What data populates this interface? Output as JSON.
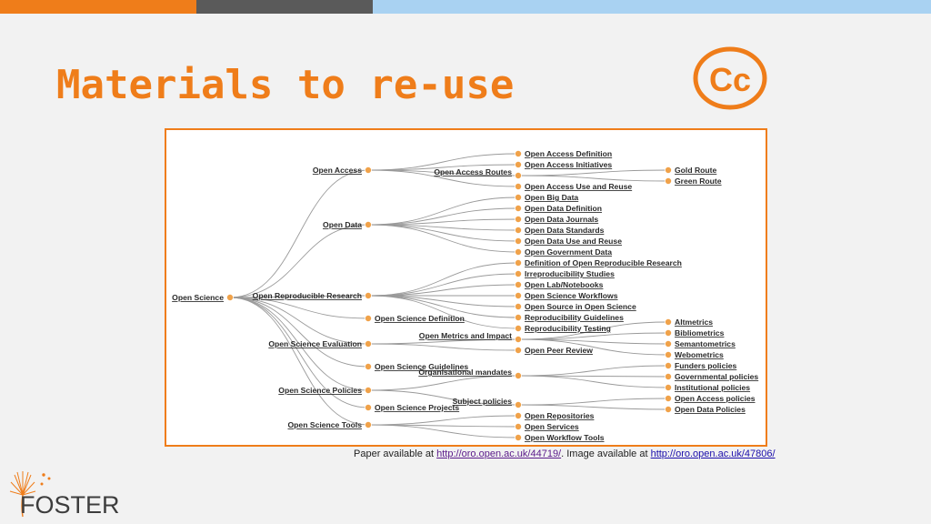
{
  "colors": {
    "accent": "#ef7d1a",
    "dark": "#5a5a5a",
    "light_blue": "#a9d2f2",
    "node": "#f0a24a"
  },
  "slide": {
    "title": "Materials to re-use",
    "cc_text": "Cc",
    "caption": {
      "prefix": "Paper available at ",
      "paper_url": "http://oro.open.ac.uk/44719/",
      "middle": ".  Image available at ",
      "image_url": "http://oro.open.ac.uk/47806/"
    },
    "logo": {
      "text": "FOSTER",
      "icon": "dandelion-logo-icon"
    }
  },
  "tree": {
    "root": "Open Science",
    "level1": [
      "Open Access",
      "Open Data",
      "Open Reproducible Research",
      "Open Science Definition",
      "Open Science Evaluation",
      "Open Science Guidelines",
      "Open Science Policies",
      "Open Science Projects",
      "Open Science Tools"
    ],
    "open_access": [
      "Open Access Definition",
      "Open Access Initiatives",
      "Open Access Routes",
      "Open Access Use and Reuse"
    ],
    "open_access_routes": [
      "Gold Route",
      "Green Route"
    ],
    "open_data": [
      "Open Big Data",
      "Open Data Definition",
      "Open Data Journals",
      "Open Data Standards",
      "Open Data Use and Reuse",
      "Open Government Data"
    ],
    "open_reproducible_research": [
      "Definition of Open Reproducible Research",
      "Irreproducibility Studies",
      "Open Lab/Notebooks",
      "Open Science Workflows",
      "Open Source in Open Science",
      "Reproducibility Guidelines",
      "Reproducibility Testing"
    ],
    "open_science_evaluation": [
      "Open Metrics and Impact",
      "Open Peer Review"
    ],
    "open_metrics": [
      "Altmetrics",
      "Bibliometrics",
      "Semantometrics",
      "Webometrics"
    ],
    "open_science_policies": [
      "Organisational mandates",
      "Subject policies"
    ],
    "organisational_mandates": [
      "Funders policies",
      "Governmental policies",
      "Institutional policies"
    ],
    "subject_policies": [
      "Open Access policies",
      "Open Data Policies"
    ],
    "open_science_tools": [
      "Open Repositories",
      "Open Services",
      "Open Workflow Tools"
    ]
  }
}
